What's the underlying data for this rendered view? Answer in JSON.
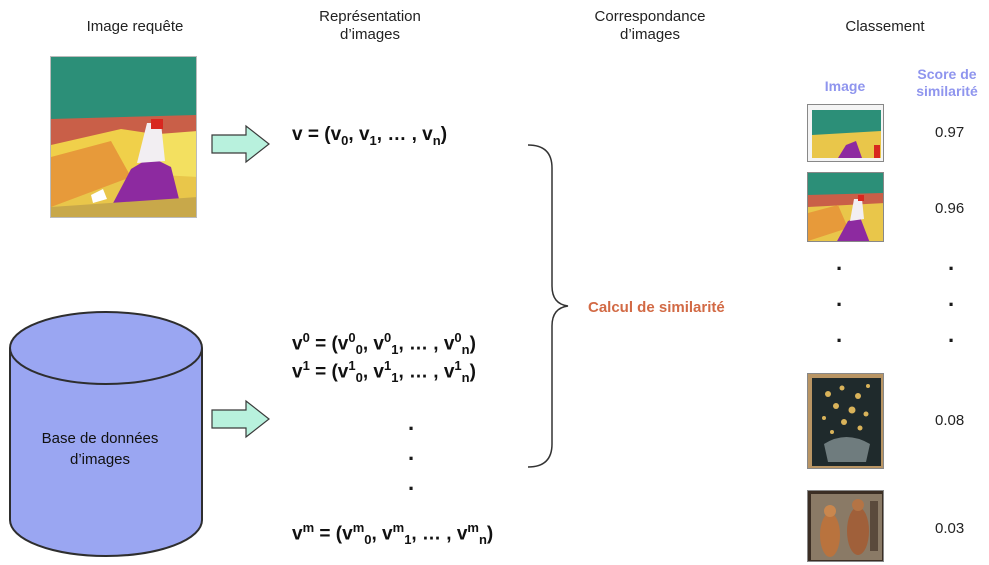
{
  "headers": {
    "query_image": "Image requête",
    "representation": "Représentation\nd’images",
    "matching": "Correspondance\nd’images",
    "ranking": "Classement"
  },
  "ranking_columns": {
    "image": "Image",
    "score": "Score de\nsimilarité"
  },
  "database_label": "Base de données\nd’images",
  "similarity_label": "Calcul de similarité",
  "query_vector": {
    "lhs": "v",
    "head": "v",
    "subs": [
      "0",
      "1",
      "n"
    ],
    "ellipsis": "…"
  },
  "db_vectors": [
    {
      "sup": "0",
      "subs": [
        "0",
        "1",
        "n"
      ]
    },
    {
      "sup": "1",
      "subs": [
        "0",
        "1",
        "n"
      ]
    },
    {
      "sup": "m",
      "subs": [
        "0",
        "1",
        "n"
      ]
    }
  ],
  "vector_dots": [
    ".",
    ".",
    "."
  ],
  "ranking_rows": [
    {
      "score": "0.97",
      "thumb": "painting-thumb-1"
    },
    {
      "score": "0.96",
      "thumb": "painting-thumb-2"
    },
    {
      "score": "0.08",
      "thumb": "painting-thumb-3"
    },
    {
      "score": "0.03",
      "thumb": "painting-thumb-4"
    }
  ],
  "ranking_dots": [
    "·",
    "·",
    "·"
  ],
  "colors": {
    "database_fill": "#9aa6f2",
    "database_stroke": "#2e2e2e",
    "arrow_fill": "#b8f1dd",
    "arrow_stroke": "#3a3a3a",
    "similarity_text": "#d26a45",
    "column_header": "#8f95ee"
  }
}
